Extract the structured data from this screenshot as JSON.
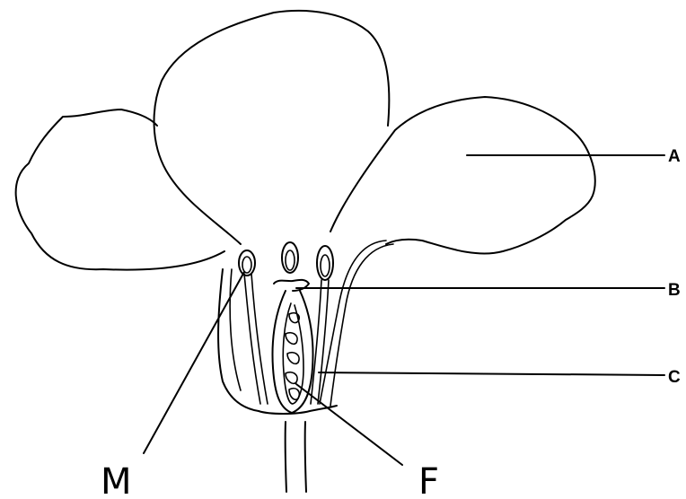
{
  "labels": {
    "A": "A",
    "B": "B",
    "C": "C",
    "M": "M",
    "F": "F"
  },
  "colors": {
    "line": "#000000",
    "background": "#ffffff"
  }
}
